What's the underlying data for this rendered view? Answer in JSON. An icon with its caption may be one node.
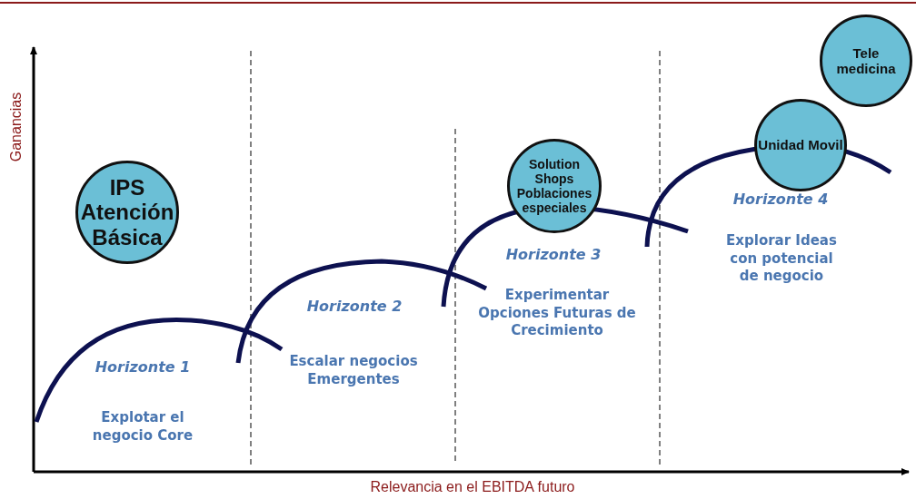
{
  "diagram": {
    "nodes": [
      {
        "text": [
          "IPS Atención Básica"
        ]
      },
      {
        "text": [
          "Solution Shops Poblaciones especiales"
        ]
      },
      {
        "text": [
          "Unidad Movil"
        ]
      },
      {
        "text": [
          "Tele medicina"
        ]
      }
    ],
    "labels": [
      "Ganancias",
      "Horizonte 1",
      "**Explotar** el negocio Core",
      "Horizonte 2",
      "**Escalar** negocios Emergentes",
      "Horizonte 3",
      "**Experimentar** Opciones Futuras de Crecimiento",
      "Horizonte 4",
      "**Explorar** Ideas con potencial de negocio",
      "Relevancia en el EBITDA futuro"
    ]
  }
}
